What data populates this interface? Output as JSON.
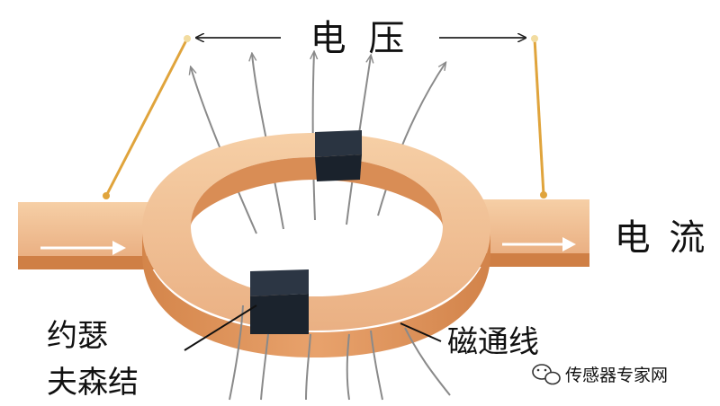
{
  "labels": {
    "voltage": "电 压",
    "current": "电 流",
    "junction_line1": "约瑟",
    "junction_line2": "夫森结",
    "flux_lines": "磁通线"
  },
  "watermark": {
    "text": "传感器专家网",
    "icon": "wechat-icon"
  },
  "colors": {
    "copper_light": "#f3c094",
    "copper_mid": "#e6995f",
    "copper_dark": "#c7743c",
    "junction": "#1e2733",
    "wire": "#e0a43c",
    "field_line": "#8a8a8a",
    "text": "#111111"
  }
}
